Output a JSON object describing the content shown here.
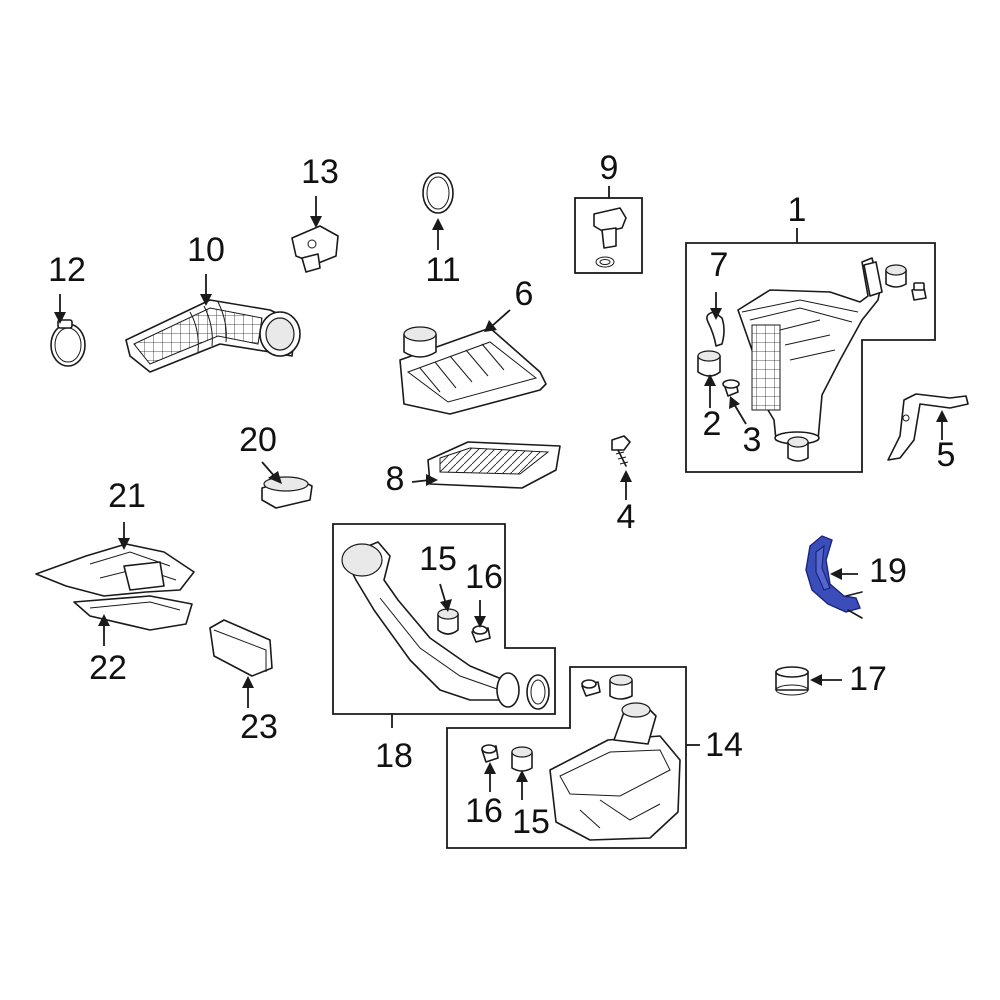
{
  "diagram": {
    "highlight_color": "#3b4db8",
    "line_color": "#1a1a1a",
    "callouts": {
      "c1": "1",
      "c2": "2",
      "c3": "3",
      "c4": "4",
      "c5": "5",
      "c6": "6",
      "c7": "7",
      "c8": "8",
      "c9": "9",
      "c10": "10",
      "c11": "11",
      "c12": "12",
      "c13": "13",
      "c14": "14",
      "c15a": "15",
      "c15b": "15",
      "c16a": "16",
      "c16b": "16",
      "c17": "17",
      "c18": "18",
      "c19": "19",
      "c20": "20",
      "c21": "21",
      "c22": "22",
      "c23": "23"
    }
  }
}
